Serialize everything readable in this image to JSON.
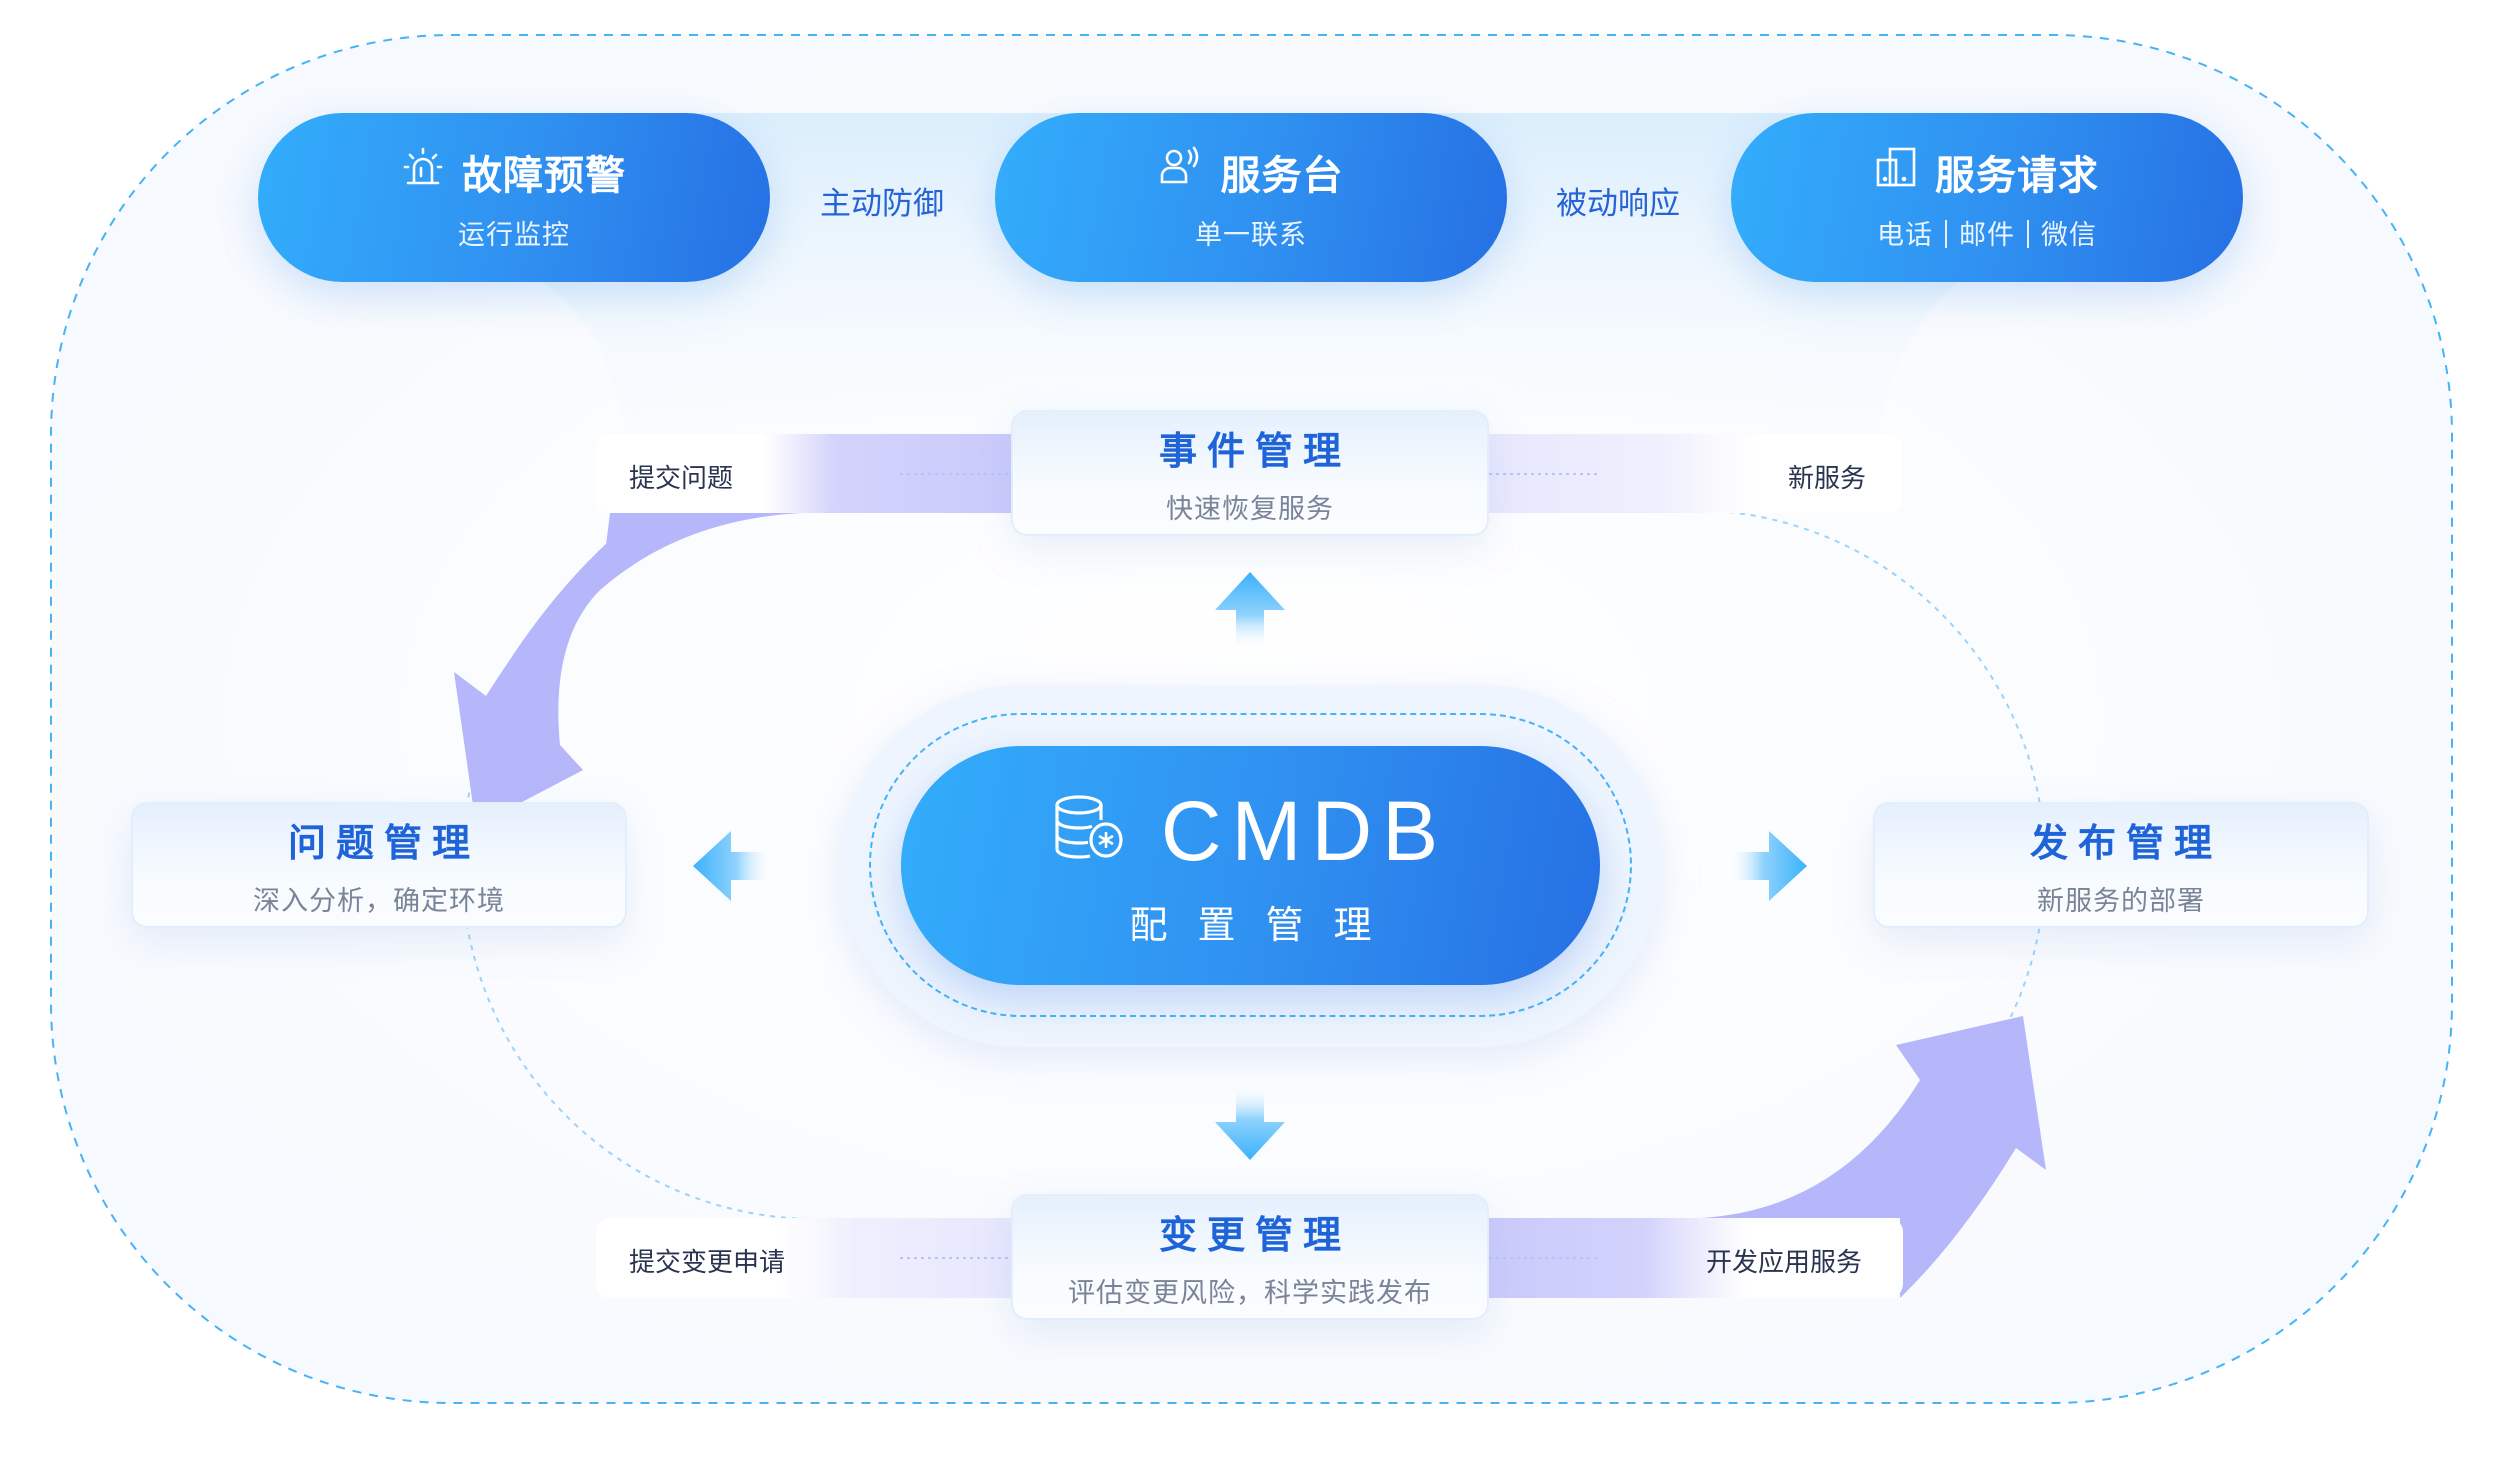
{
  "top_row": {
    "pills": [
      {
        "icon": "alarm-light-icon",
        "title": "故障预警",
        "subtitle": "运行监控"
      },
      {
        "icon": "customer-service-icon",
        "title": "服务台",
        "subtitle": "单一联系"
      },
      {
        "icon": "devices-icon",
        "title": "服务请求",
        "subtitle_parts": [
          "电话",
          "邮件",
          "微信"
        ]
      }
    ],
    "connectors": [
      "主动防御",
      "被动响应"
    ]
  },
  "modules": {
    "incident": {
      "title": "事件管理",
      "subtitle": "快速恢复服务"
    },
    "problem": {
      "title": "问题管理",
      "subtitle": "深入分析，确定环境"
    },
    "release": {
      "title": "发布管理",
      "subtitle": "新服务的部署"
    },
    "change": {
      "title": "变更管理",
      "subtitle": "评估变更风险，科学实践发布"
    }
  },
  "flow_labels": {
    "top_left": "提交问题",
    "top_right": "新服务",
    "bottom_left": "提交变更申请",
    "bottom_right": "开发应用服务"
  },
  "center": {
    "icon": "database-settings-icon",
    "title": "CMDB",
    "subtitle": "配置管理"
  },
  "colors": {
    "primary_blue": "#2670e4",
    "light_blue": "#33adfb",
    "flow_arrow_purple": "#b5b6fb",
    "title_blue": "#1f63d8",
    "dashed_line": "#45b3f5"
  }
}
